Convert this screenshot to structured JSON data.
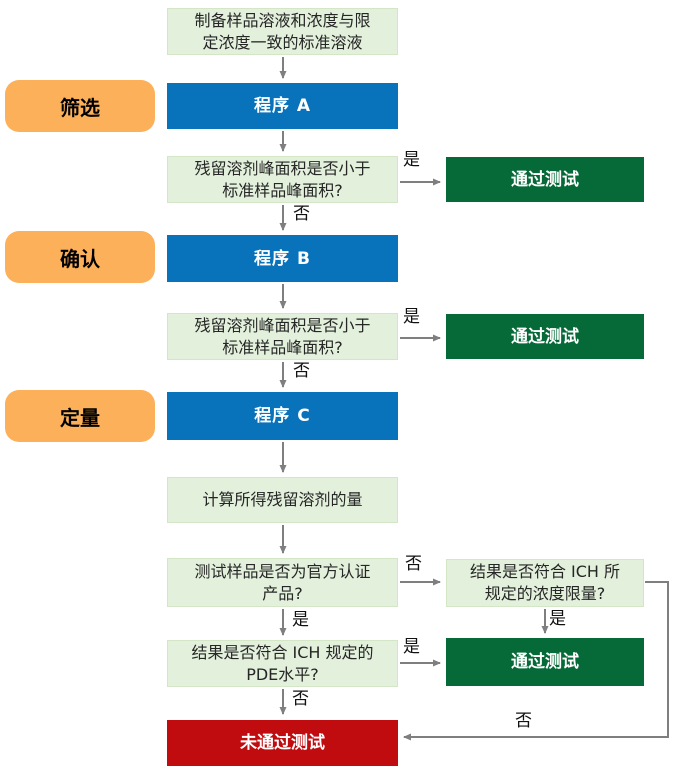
{
  "stages": [
    {
      "id": "screening",
      "label": "筛选"
    },
    {
      "id": "confirmation",
      "label": "确认"
    },
    {
      "id": "quantification",
      "label": "定量"
    }
  ],
  "boxes": {
    "prepare": {
      "lines": [
        "制备样品溶液和浓度与限",
        "定浓度一致的标准溶液"
      ]
    },
    "procedure_a": "程序 A",
    "procedure_b": "程序 B",
    "procedure_c": "程序 C",
    "q_peak_area_1": {
      "lines": [
        "残留溶剂峰面积是否小于",
        "标准样品峰面积?"
      ]
    },
    "q_peak_area_2": {
      "lines": [
        "残留溶剂峰面积是否小于",
        "标准样品峰面积?"
      ]
    },
    "calc": "计算所得残留溶剂的量",
    "q_official": {
      "lines": [
        "测试样品是否为官方认证",
        "产品?"
      ]
    },
    "q_ich_limit": {
      "lines": [
        "结果是否符合 ICH 所",
        "规定的浓度限量?"
      ]
    },
    "q_pde": {
      "lines": [
        "结果是否符合 ICH 规定的",
        "PDE水平?"
      ]
    },
    "pass": "通过测试",
    "fail": "未通过测试"
  },
  "edge_labels": {
    "yes": "是",
    "no": "否"
  },
  "colors": {
    "procedure_blue": "#0872BB",
    "pass_green": "#066A38",
    "fail_red": "#C00B0F",
    "stage_orange": "#FBB059",
    "question_light_green": "#E3F0DC",
    "arrow_gray": "#7F7F7F",
    "background": "#FFFFFF"
  }
}
